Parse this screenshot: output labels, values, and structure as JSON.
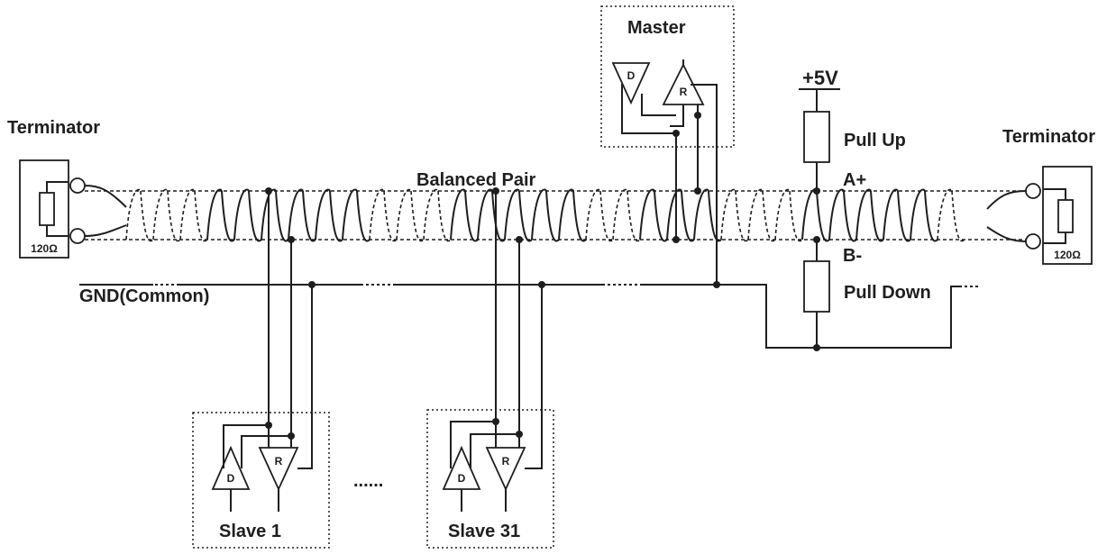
{
  "labels": {
    "terminator_left": "Terminator",
    "terminator_right": "Terminator",
    "resistor_left": "120Ω",
    "resistor_right": "120Ω",
    "balanced_pair": "Balanced Pair",
    "gnd": "GND(Common)",
    "master": "Master",
    "supply": "+5V",
    "pull_up": "Pull Up",
    "pull_down": "Pull Down",
    "a_plus": "A+",
    "b_minus": "B-",
    "slave1": "Slave 1",
    "slave31": "Slave 31",
    "ellipsis": "......"
  },
  "gates": {
    "driver": "D",
    "receiver": "R"
  }
}
